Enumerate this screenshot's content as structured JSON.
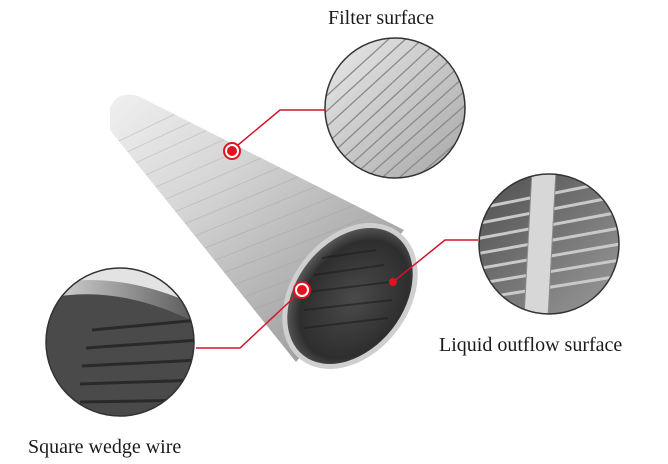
{
  "labels": {
    "filter_surface": "Filter surface",
    "liquid_outflow_surface": "Liquid outflow surface",
    "square_wedge_wire": "Square wedge wire"
  },
  "colors": {
    "callout_line": "#d3132a",
    "marker_fill": "#e0141f",
    "steel_light": "#e4e4e4",
    "steel_mid": "#bdbdbd",
    "steel_dark": "#6f6f6f",
    "interior": "#3a3a3a"
  }
}
